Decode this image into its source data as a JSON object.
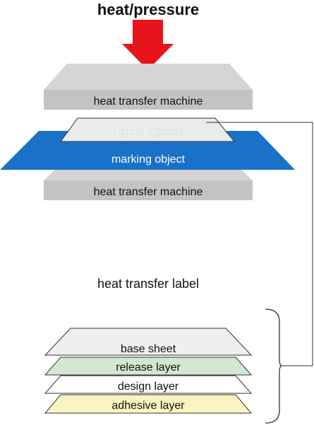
{
  "title": "heat/pressure",
  "machine_top_label": "heat transfer machine",
  "transfer_label_text": "Japan Polymark",
  "marking_object_label": "marking object",
  "machine_bottom_label": "heat transfer machine",
  "label_heading": "heat transfer label",
  "layers": [
    {
      "label": "base sheet"
    },
    {
      "label": "release layer"
    },
    {
      "label": "design layer"
    },
    {
      "label": "adhesive layer"
    }
  ],
  "colors": {
    "arrow": "#e8141b",
    "machine_top": "#d4d4d4",
    "machine_side": "#c3c3c3",
    "marking_object": "#1a72c8",
    "base_sheet": "#eef0ef",
    "release_layer": "#d2e8d2",
    "design_layer": "#ffffff",
    "adhesive_layer": "#faf5c0"
  }
}
